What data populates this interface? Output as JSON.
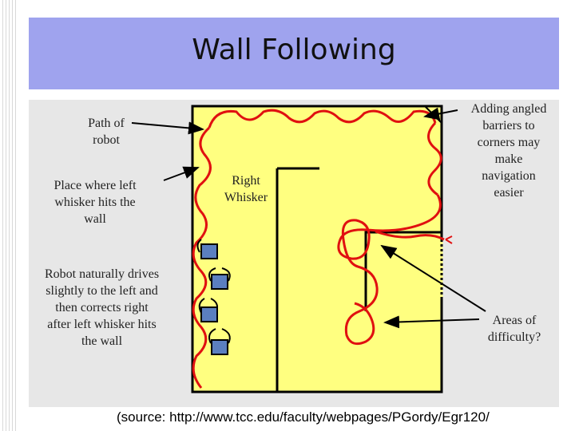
{
  "slide": {
    "title": "Wall Following",
    "source": "(source: http://www.tcc.edu/faculty/webpages/PGordy/Egr120/"
  },
  "labels": {
    "path_of_robot": [
      "Path of",
      "robot"
    ],
    "left_whisker_hit": [
      "Place where left",
      "whisker hits the",
      "wall"
    ],
    "drives_left": [
      "Robot naturally drives",
      "slightly to the left and",
      "then corrects right",
      "after left whisker hits",
      "the wall"
    ],
    "right_whisker": [
      "Right",
      "Whisker"
    ],
    "angled_barriers": [
      "Adding angled",
      "barriers to",
      "corners may",
      "make",
      "navigation",
      "easier"
    ],
    "areas_difficulty": [
      "Areas of",
      "difficulty?"
    ]
  },
  "colors": {
    "title_band": "#9fa3ee",
    "arena": "#ffff80",
    "path": "#e01010",
    "robot": "#5b7fc0",
    "wall": "#000000"
  }
}
